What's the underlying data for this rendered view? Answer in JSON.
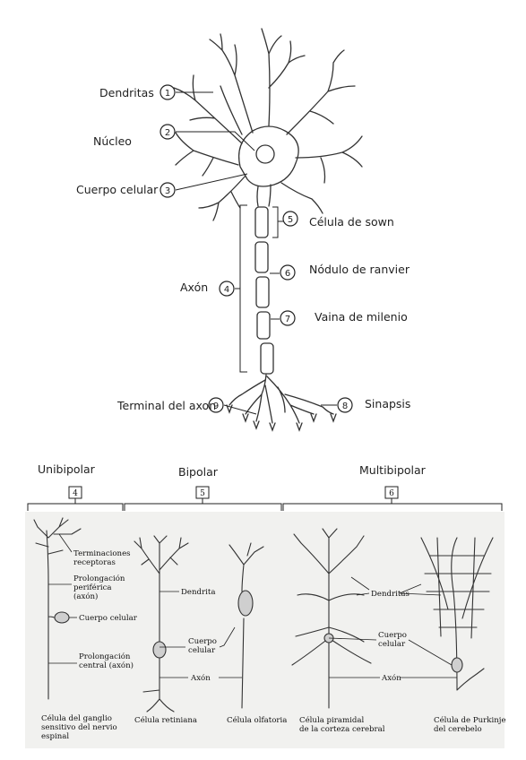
{
  "neuron_labels": {
    "dendritas": "Dendritas",
    "nucleo": "Núcleo",
    "cuerpo_celular": "Cuerpo celular",
    "celula_sown": "Célula de sown",
    "nodulo_ranvier": "Nódulo de ranvier",
    "vaina_milenio": "Vaina de milenio",
    "axon": "Axón",
    "terminal_axon": "Terminal del axon",
    "sinapsis": "Sinapsis"
  },
  "neuron_numbers": [
    "1",
    "2",
    "3",
    "4",
    "5",
    "6",
    "7",
    "8",
    "9"
  ],
  "types": {
    "unibipolar": "Unibipolar",
    "bipolar": "Bipolar",
    "multibipolar": "Multibipolar",
    "box_4": "4",
    "box_5": "5",
    "box_6": "6"
  },
  "figure_labels": {
    "terminaciones_1": "Terminaciones",
    "terminaciones_2": "receptoras",
    "prolong_perif_1": "Prolongación",
    "prolong_perif_2": "periférica",
    "prolong_perif_3": "(axón)",
    "cuerpo_celular_1": "Cuerpo celular",
    "prolong_central_1": "Prolongación",
    "prolong_central_2": "central (axón)",
    "dendrita": "Dendrita",
    "cuerpo_celular_2a": "Cuerpo",
    "cuerpo_celular_2b": "celular",
    "axon": "Axón",
    "dendritas": "Dendritas",
    "cuerpo_celular_3a": "Cuerpo",
    "cuerpo_celular_3b": "celular",
    "axon_2": "Axón"
  },
  "captions": {
    "ganglio_1": "Célula del ganglio",
    "ganglio_2": "sensitivo del nervio",
    "ganglio_3": "espinal",
    "retiniana": "Célula retiniana",
    "olfatoria": "Célula olfatoria",
    "piramidal_1": "Célula piramidal",
    "piramidal_2": "de la corteza cerebral",
    "purkinje_1": "Célula de Purkinje",
    "purkinje_2": "del cerebelo"
  },
  "colors": {
    "ink": "#222222",
    "panel_bg": "#f1f1ef",
    "soma_fill": "#cfcfcf"
  }
}
